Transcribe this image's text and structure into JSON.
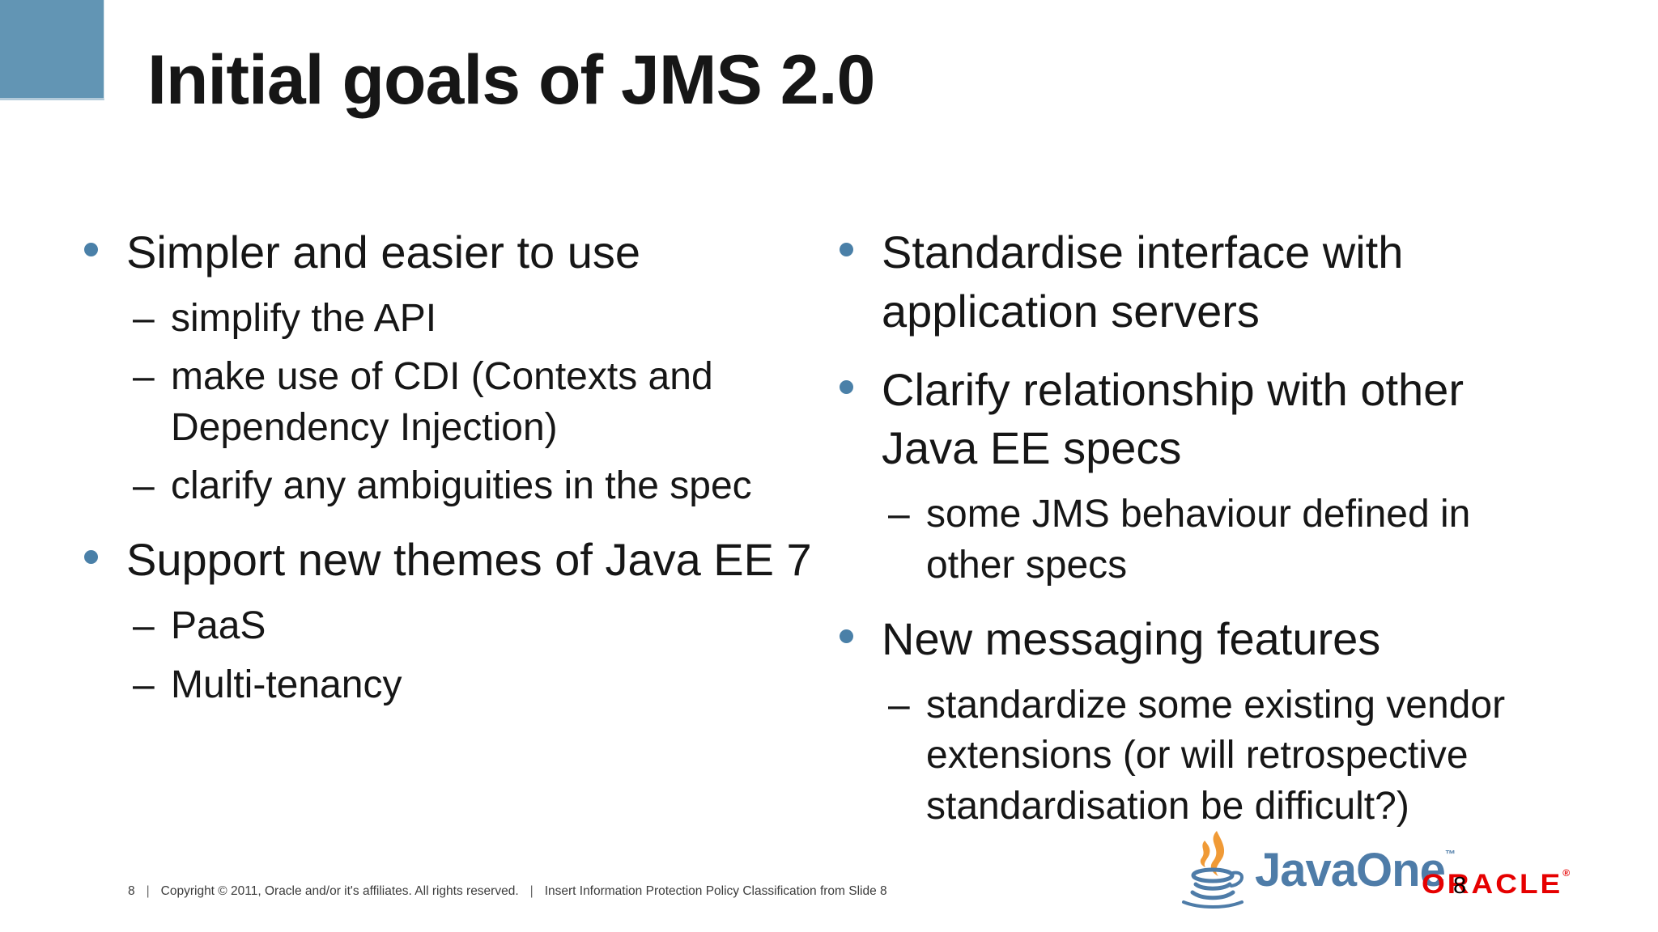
{
  "slide": {
    "title": "Initial goals of JMS 2.0",
    "dash": "–",
    "columns": {
      "left": [
        {
          "level": 1,
          "text": "Simpler and easier to use"
        },
        {
          "level": 2,
          "text": "simplify the API"
        },
        {
          "level": 2,
          "text": "make use of CDI (Contexts and Dependency Injection)"
        },
        {
          "level": 2,
          "text": "clarify any ambiguities in the spec"
        },
        {
          "level": 1,
          "text": "Support new themes of Java EE 7"
        },
        {
          "level": 2,
          "text": "PaaS"
        },
        {
          "level": 2,
          "text": "Multi-tenancy"
        }
      ],
      "right": [
        {
          "level": 1,
          "text": "Standardise interface with application servers"
        },
        {
          "level": 1,
          "text": "Clarify relationship with other Java EE specs"
        },
        {
          "level": 2,
          "text": "some JMS behaviour defined in other specs"
        },
        {
          "level": 1,
          "text": "New messaging features"
        },
        {
          "level": 2,
          "text": "standardize some existing vendor extensions (or will retrospective standardisation be difficult?)"
        }
      ]
    }
  },
  "footer": {
    "slide_number": "8",
    "divider": "|",
    "copyright": "Copyright © 2011, Oracle and/or it's affiliates. All rights reserved.",
    "classification": "Insert Information Protection Policy Classification from Slide 8"
  },
  "logos": {
    "javaone": {
      "wordmark": "JavaOne",
      "trademark": "™",
      "cup_icon": "java-coffee-cup-icon"
    },
    "oracle": {
      "wordmark": "ORACLE",
      "registered": "®"
    },
    "overlay_slide_number": "8"
  },
  "colors": {
    "background": "#ffffff",
    "text": "#161616",
    "accent_square": "#6295b4",
    "bullet_dot": "#4a80a8",
    "javaone_blue": "#4e7ca8",
    "steam_orange": "#f09a36",
    "oracle_red": "#e60000",
    "footer_text": "#3c3c3c"
  }
}
